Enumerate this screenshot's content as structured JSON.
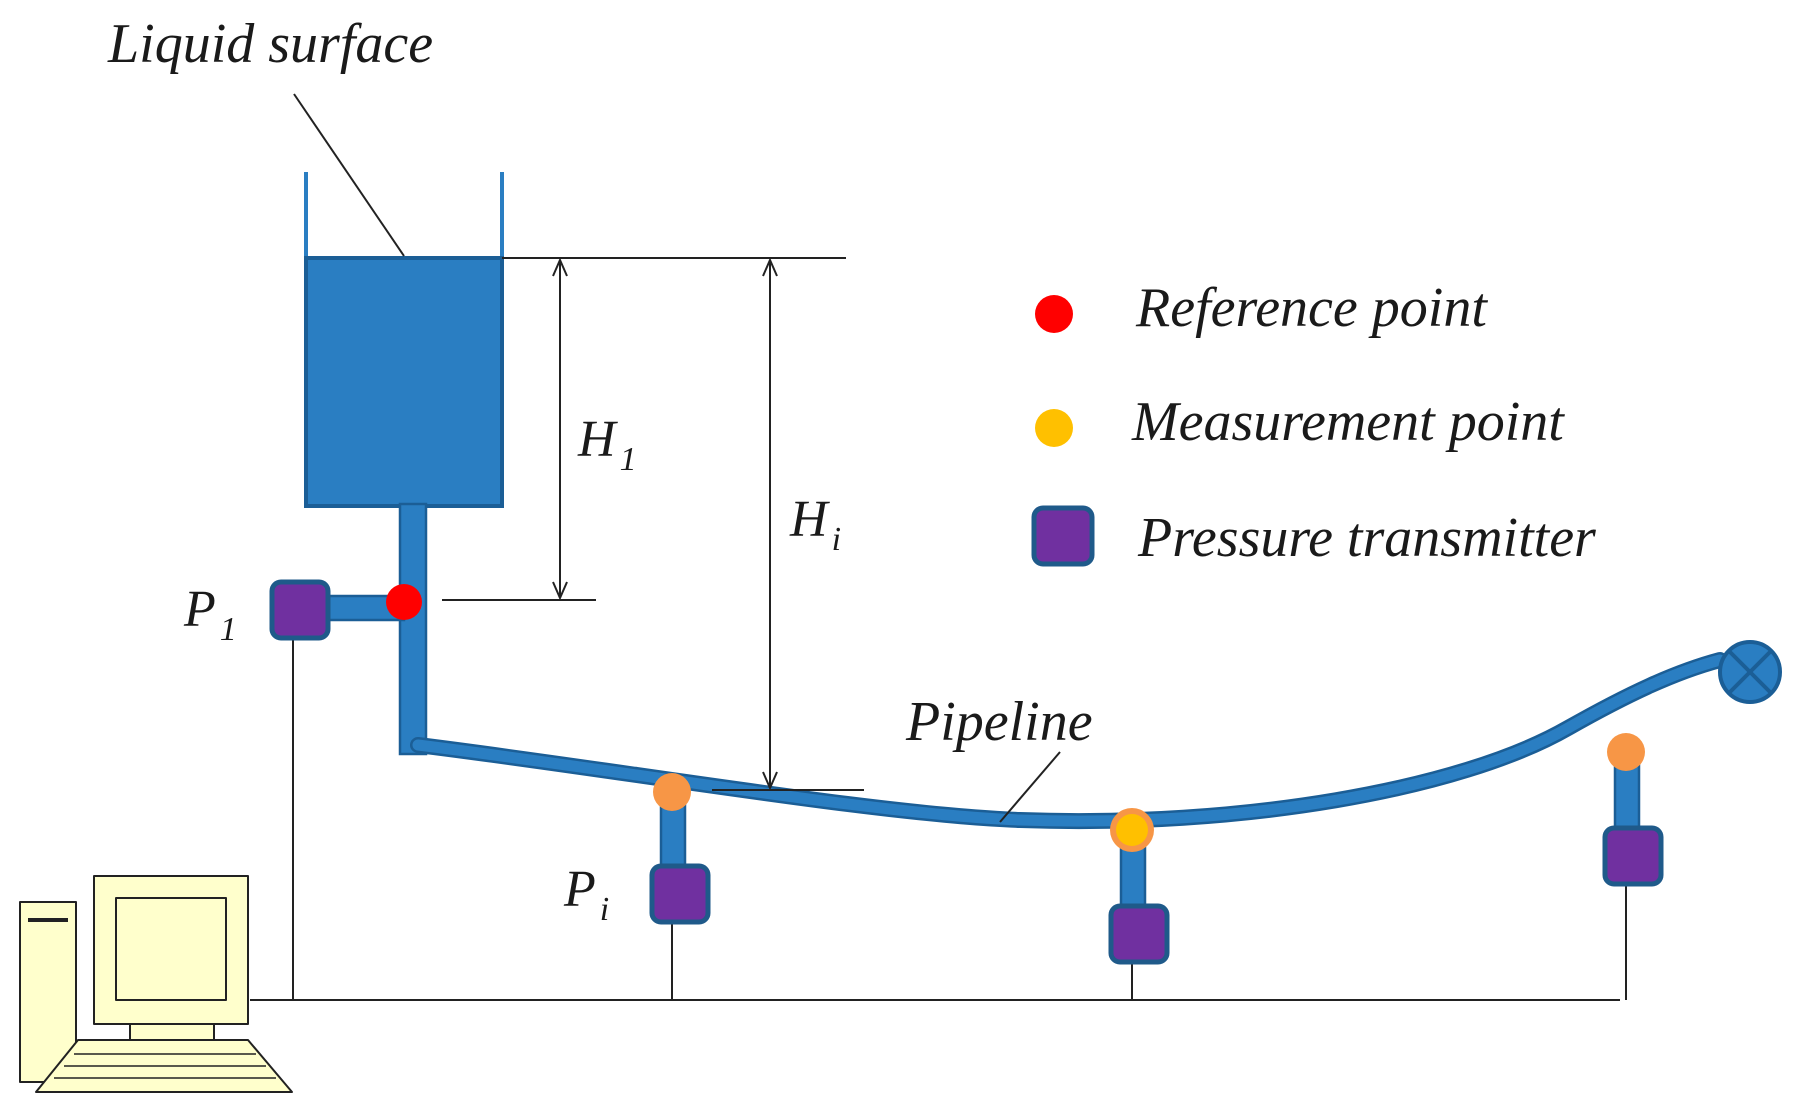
{
  "labels": {
    "liquid_surface": "Liquid surface",
    "pipeline": "Pipeline",
    "h1_symbol": "H",
    "h1_sub": "1",
    "hi_symbol": "H",
    "hi_sub": "i",
    "p1_symbol": "P",
    "p1_sub": "1",
    "pi_symbol": "P",
    "pi_sub": "i"
  },
  "legend": {
    "reference_point": "Reference point",
    "measurement_point": "Measurement point",
    "pressure_transmitter": "Pressure transmitter"
  },
  "colors": {
    "water": "#2A7EC2",
    "water_outline": "#1B5E96",
    "reference_point": "#FF0000",
    "measurement_point": "#FFC000",
    "measurement_point_ring": "#F79646",
    "transmitter_fill": "#7030A0",
    "transmitter_outline": "#1F5A8A",
    "computer_fill": "#FFFFCC",
    "line": "#222222"
  },
  "icons": {
    "valve": "valve-icon",
    "computer": "computer-icon"
  }
}
